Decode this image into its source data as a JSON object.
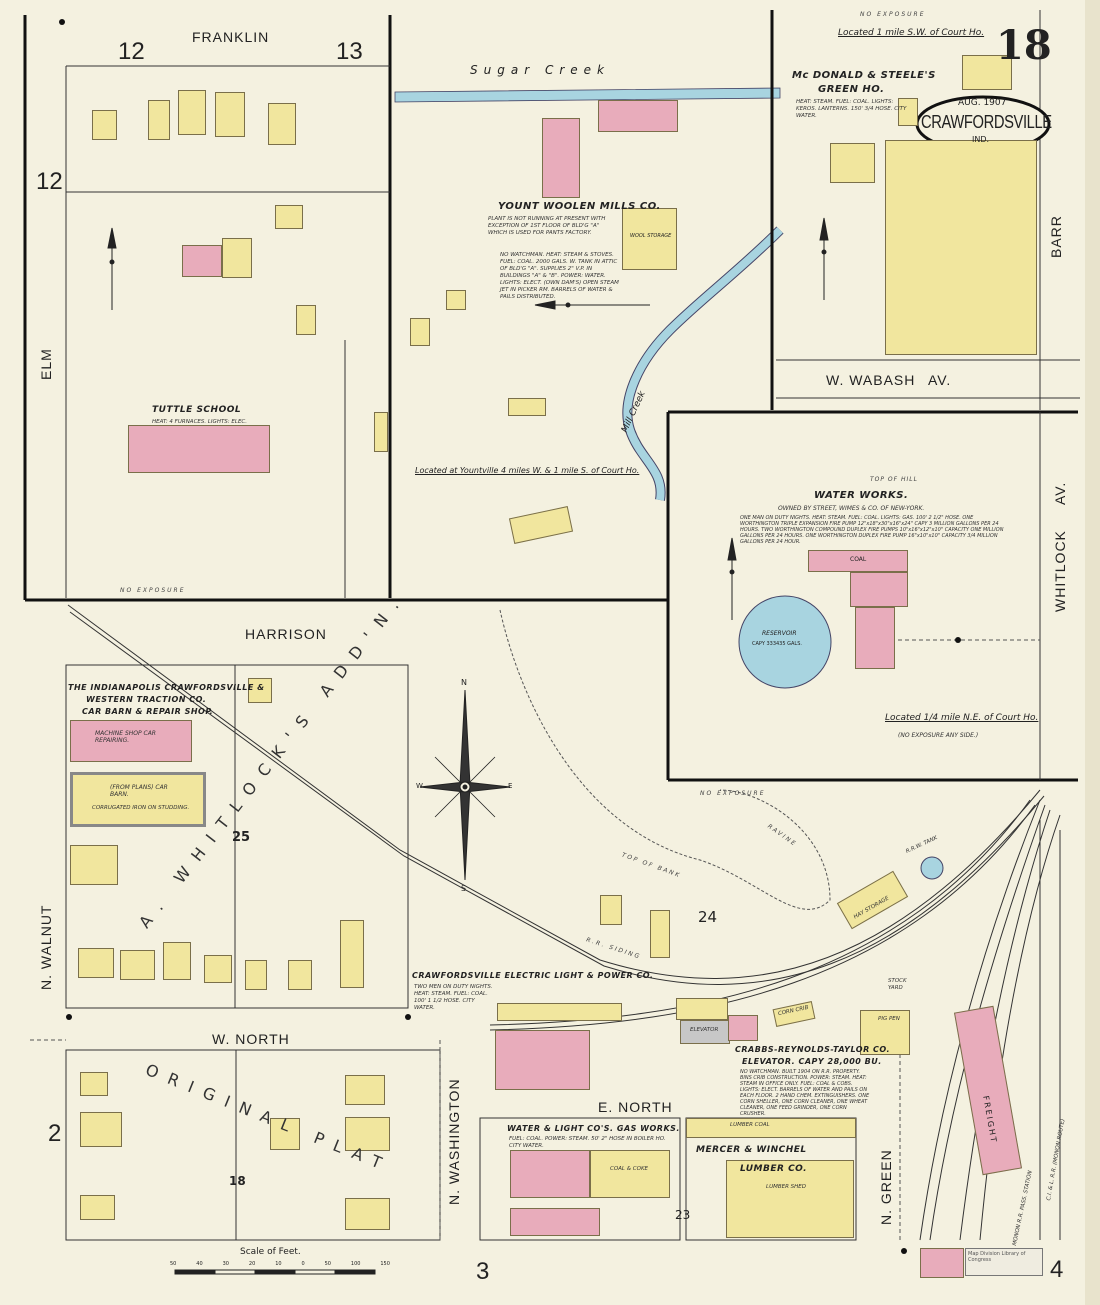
{
  "sheet": {
    "sheet_number": "18",
    "date": "AUG. 1907",
    "city": "CRAWFORDSVILLE",
    "state": "IND.",
    "scale_label": "Scale of Feet.",
    "scale_ticks": [
      "50",
      "40",
      "30",
      "20",
      "10",
      "0",
      "50",
      "100",
      "150"
    ],
    "stamp": "Map Division Library of Congress"
  },
  "colors": {
    "paper": "#f4f1e0",
    "frame": "#f1e69e",
    "brick": "#e8acbb",
    "water": "#a8d4e0",
    "iron": "#c7c7c7"
  },
  "streets": {
    "franklin": "FRANKLIN",
    "elm": "ELM",
    "harrison": "HARRISON",
    "n_walnut": "N. WALNUT",
    "w_north": "W. NORTH",
    "e_north": "E. NORTH",
    "n_washington": "N. WASHINGTON",
    "n_green": "N. GREEN",
    "barr": "BARR",
    "whitlock": "WHITLOCK",
    "whitlock_av": "AV.",
    "w_wabash": "W. WABASH",
    "w_wabash_av": "AV."
  },
  "blocks": {
    "b12_top": "12",
    "b13": "13",
    "b12_left": "12",
    "b25": "25",
    "b24": "24",
    "b2": "2",
    "b3": "3",
    "b4": "4",
    "b23": "23",
    "b18": "18"
  },
  "water": {
    "sugar_creek": "Sugar     Creek",
    "mill_creek": "Mill   Creek",
    "reservoir": "RESERVOIR",
    "reservoir_cap": "CAPY 333435 GALS."
  },
  "additions": {
    "whitlocks_addn": "A. WHITLOCK'S ADD'N.",
    "original_plat": "ORIGINAL PLAT"
  },
  "labels": {
    "located_greenho": "Located 1 mile S.W. of Court Ho.",
    "no_exposure": "NO EXPOSURE",
    "mcdonald": "Mc DONALD & STEELE'S",
    "greenho": "GREEN HO.",
    "greenho_note": "HEAT: STEAM. FUEL: COAL. LIGHTS: KEROS. LANTERNS. 150' 3/4 HOSE. CITY WATER.",
    "yount": "YOUNT WOOLEN MILLS CO.",
    "yount_note1": "PLANT IS NOT RUNNING AT PRESENT WITH EXCEPTION OF 1ST FLOOR OF BLD'G \"A\" WHICH IS USED FOR PANTS FACTORY.",
    "yount_note2": "NO WATCHMAN. HEAT: STEAM & STOVES. FUEL: COAL. 2000 GALS. W. TANK IN ATTIC OF BLD'G \"A\". SUPPLIES 2\" V.P. IN BUILDINGS \"A\" & \"B\". POWER: WATER. LIGHTS: ELECT. (OWN DAM'S) OPEN STEAM JET IN PICKER RM. BARRELS OF WATER & PAILS DISTRIBUTED.",
    "wool_storage": "WOOL STORAGE",
    "located_yount": "Located at Yountville 4 miles W. & 1 mile S. of Court Ho.",
    "tuttle": "TUTTLE SCHOOL",
    "tuttle_note": "HEAT: 4 FURNACES. LIGHTS: ELEC.",
    "waterworks": "WATER WORKS.",
    "waterworks_owner": "OWNED BY STREET, WIMES & CO. OF NEW-YORK.",
    "waterworks_note": "ONE MAN ON DUTY NIGHTS. HEAT: STEAM. FUEL: COAL. LIGHTS: GAS. 100' 2 1/2\" HOSE. ONE WORTHINGTON TRIPLE EXPANSION FIRE PUMP 12\"x18\"x30\"x16\"x24\" CAPY 3 MILLION GALLONS PER 24 HOURS. TWO WORTHINGTON COMPOUND DUPLEX FIRE PUMPS 10\"x16\"x12\"x10\" CAPACITY ONE MILLION GALLONS PER 24 HOURS. ONE WORTHINGTON DUPLEX FIRE PUMP 16\"x10\"x10\" CAPACITY 3/4 MILLION GALLONS PER 24 HOUR.",
    "top_of_hill": "TOP OF HILL",
    "coal": "COAL",
    "located_ww": "Located 1/4 mile N.E. of Court Ho.",
    "no_exposure_any": "(NO EXPOSURE ANY SIDE.)",
    "traction1": "THE INDIANAPOLIS CRAWFORDSVILLE &",
    "traction2": "WESTERN TRACTION CO.",
    "traction3": "CAR BARN & REPAIR SHOP.",
    "machine_shop": "MACHINE SHOP CAR REPAIRING.",
    "car_barn": "(FROM PLANS) CAR BARN.",
    "car_barn_note": "CORRUGATED IRON ON STUDDING.",
    "top_of_bank": "TOP OF BANK",
    "ravine": "RAVINE",
    "rr_siding": "R.R. SIDING",
    "rr_tank": "R.R.W. TANK",
    "hay_storage": "HAY STORAGE",
    "electric1": "CRAWFORDSVILLE ELECTRIC LIGHT & POWER CO.",
    "electric_note": "TWO MEN ON DUTY NIGHTS. HEAT: STEAM. FUEL: COAL. 100' 1 1/2 HOSE. CITY WATER.",
    "crabbs1": "CRABBS-REYNOLDS-TAYLOR CO.",
    "crabbs2": "ELEVATOR. CAPY 28,000 BU.",
    "crabbs_note": "NO WATCHMAN. BUILT 1904 ON R.R. PROPERTY. BINS CRIB CONSTRUCTION. POWER: STEAM. HEAT: STEAM IN OFFICE ONLY. FUEL: COAL & COBS. LIGHTS: ELECT. BARRELS OF WATER AND PAILS ON EACH FLOOR. 2 HAND CHEM. EXTINGUISHERS. ONE CORN SHELLER, ONE CORN CLEANER, ONE WHEAT CLEANER, ONE FEED GRINDER, ONE CORN CRUSHER.",
    "elevator": "ELEVATOR",
    "corn_crib": "CORN CRIB",
    "pig_pen": "PIG PEN",
    "stock_yard": "STOCK YARD",
    "gasworks": "WATER & LIGHT CO'S. GAS WORKS.",
    "gasworks_note": "FUEL: COAL. POWER: STEAM. 50' 2\" HOSE IN BOILER HO. CITY WATER.",
    "coal_coke": "COAL & COKE",
    "mercer1": "MERCER & WINCHEL",
    "mercer2": "LUMBER CO.",
    "lumber_shed": "LUMBER SHED",
    "lumber_coal": "LUMBER    COAL",
    "freight": "FREIGHT",
    "cler": "C.I. & L. R.R. (MONON ROUTE)",
    "monon": "MONON R.R. PASS. STATION",
    "n_label": "N",
    "s_label": "S",
    "e_label": "E",
    "w_label": "W"
  }
}
